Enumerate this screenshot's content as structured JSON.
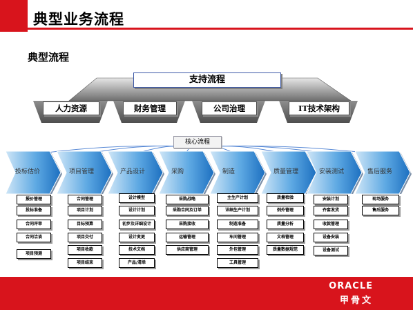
{
  "header": {
    "title": "典型业务流程"
  },
  "section": {
    "subtitle": "典型流程"
  },
  "support": {
    "title": "支持流程",
    "pillars": [
      "人力资源",
      "财务管理",
      "公司治理",
      "IT技术架构"
    ]
  },
  "core": {
    "label": "核心流程",
    "stages": [
      {
        "name": "投标估价",
        "items": [
          "报价管理",
          "投标准备",
          "合同评审",
          "合同洽谈",
          "项目预测"
        ]
      },
      {
        "name": "项目管理",
        "items": [
          "合同管理",
          "项目计划",
          "目标预算",
          "项目交付",
          "项目收款",
          "项目结束"
        ]
      },
      {
        "name": "产品设计",
        "items": [
          "设计模型",
          "设计计划",
          "初步及详细设计",
          "设计变更",
          "技术文档",
          "产品/清单"
        ]
      },
      {
        "name": "采购",
        "items": [
          "采购战略",
          "采购合同及订单",
          "采购接收",
          "运输管理",
          "供应商管理"
        ]
      },
      {
        "name": "制造",
        "items": [
          "主生产计划",
          "详细生产计划",
          "制造准备",
          "车间管理",
          "外包管理",
          "工具管理"
        ]
      },
      {
        "name": "质量管理",
        "items": [
          "质量检验",
          "例外管理",
          "质量分析",
          "文档管理",
          "质量数据规范"
        ]
      },
      {
        "name": "安装测试",
        "items": [
          "安装计划",
          "齐套发货",
          "收款管理",
          "设备安装",
          "设备测试"
        ]
      },
      {
        "name": "售后服务",
        "items": [
          "现场服务",
          "售后服务"
        ]
      }
    ]
  },
  "footer": {
    "brand": "ORACLE",
    "brand_cn": "甲骨文"
  },
  "colors": {
    "accent": "#d8141c",
    "chevron_light": "#cfe6f7",
    "chevron_mid": "#5ea9e3",
    "chevron_dark": "#1c6fc0"
  }
}
